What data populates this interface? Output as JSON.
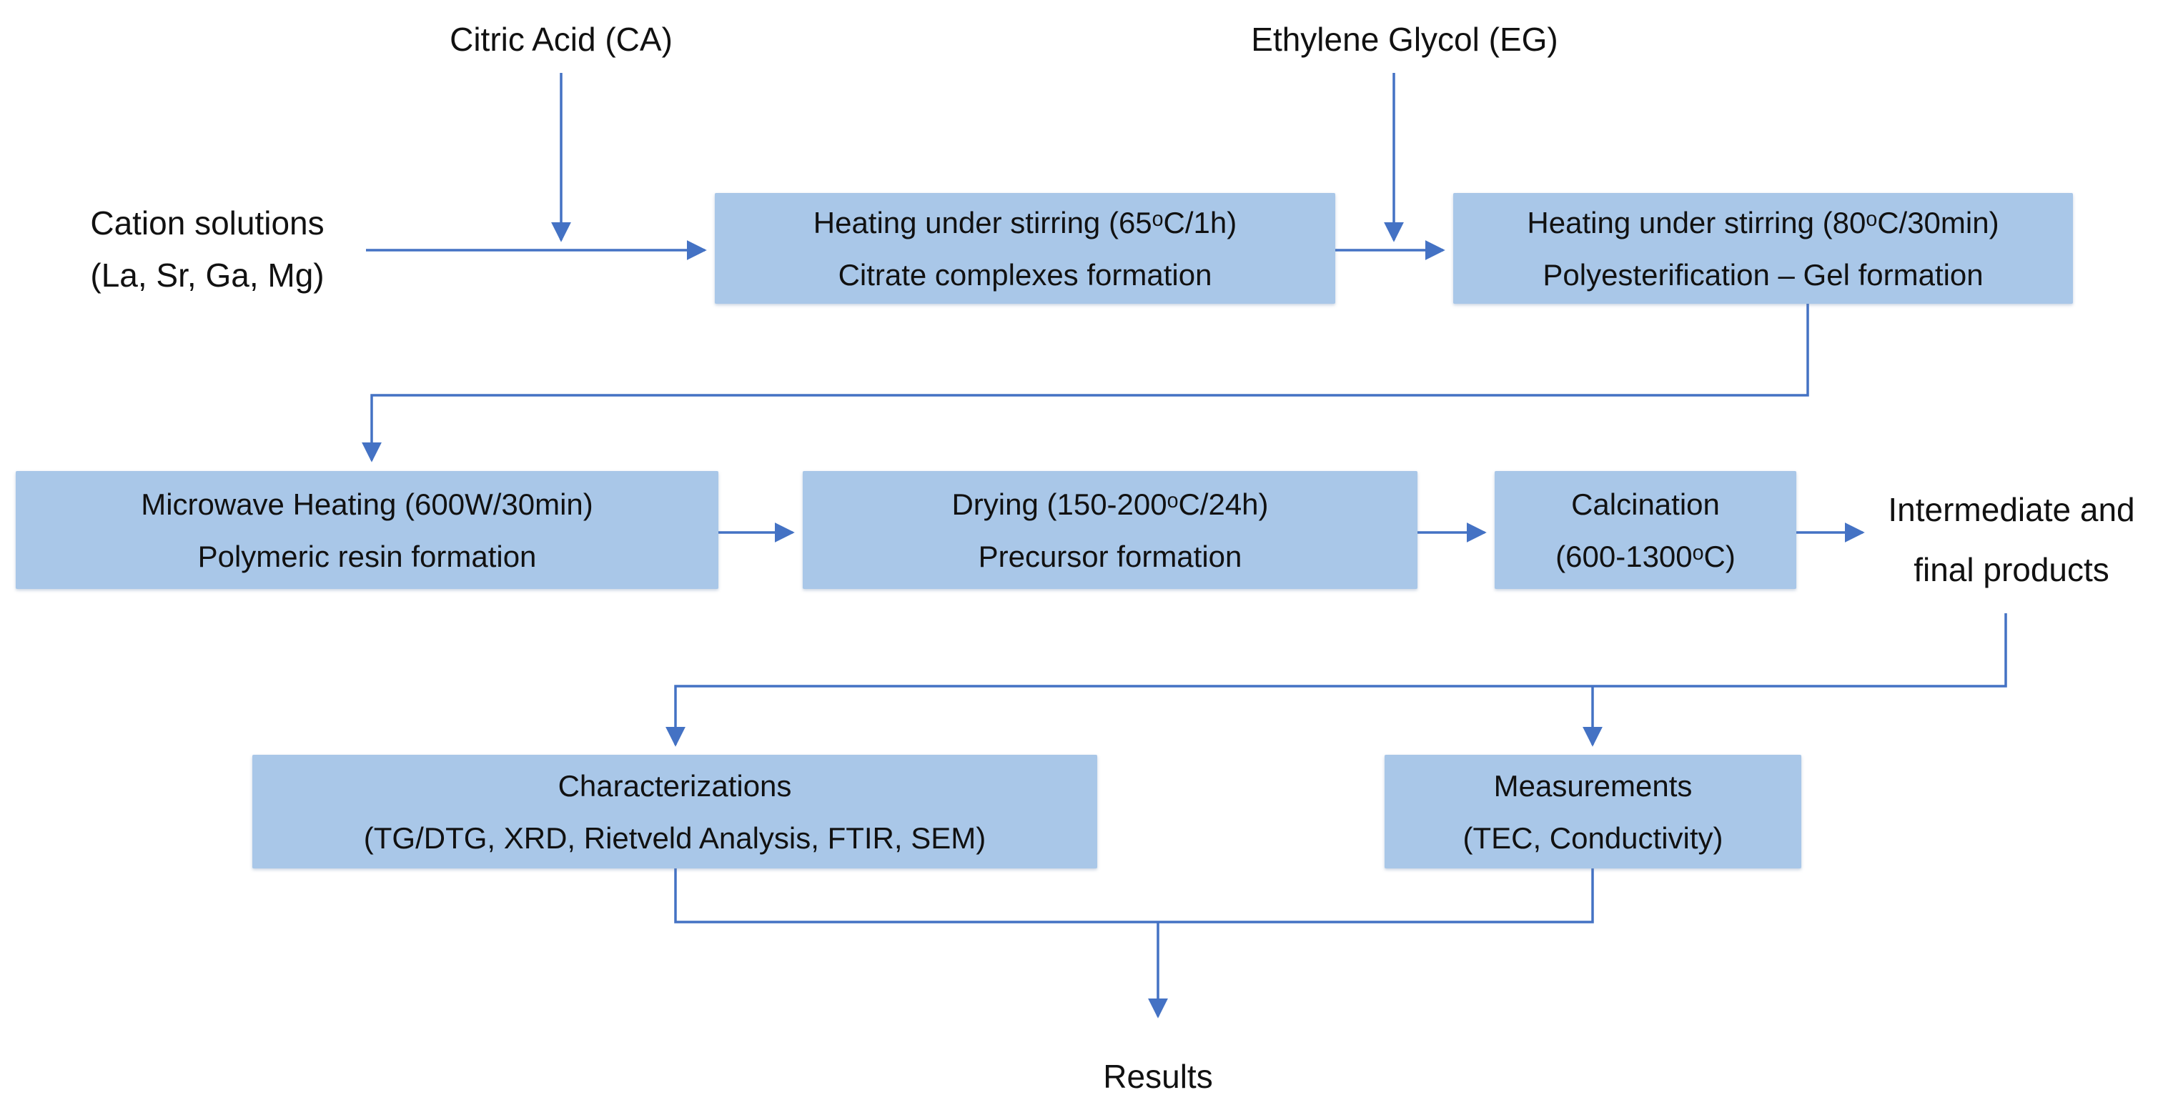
{
  "figure": {
    "reagent_labels": {
      "citric_acid": "Citric Acid (CA)",
      "ethylene_glycol": "Ethylene Glycol (EG)"
    },
    "input_label": {
      "cation_line1": "Cation solutions",
      "cation_line2": "(La, Sr, Ga, Mg)"
    },
    "process_boxes": {
      "heating_65": {
        "line1": "Heating under stirring (65ᵒC/1h)",
        "line2": "Citrate complexes formation"
      },
      "heating_80": {
        "line1": "Heating under stirring (80ᵒC/30min)",
        "line2": "Polyesterification – Gel formation"
      },
      "microwave": {
        "line1": "Microwave Heating (600W/30min)",
        "line2": "Polymeric resin formation"
      },
      "drying": {
        "line1": "Drying (150-200ᵒC/24h)",
        "line2": "Precursor formation"
      },
      "calcination": {
        "line1": "Calcination",
        "line2": "(600-1300ᵒC)"
      },
      "characterizations": {
        "line1": "Characterizations",
        "line2": "(TG/DTG, XRD, Rietveld Analysis, FTIR, SEM)"
      },
      "measurements": {
        "line1": "Measurements",
        "line2": "(TEC, Conductivity)"
      }
    },
    "output_labels": {
      "intermediate_line1": "Intermediate and",
      "intermediate_line2": "final products",
      "results": "Results"
    },
    "colors": {
      "box_fill": "#A9C7E8",
      "connector": "#4472C4",
      "text": "#111111"
    }
  }
}
